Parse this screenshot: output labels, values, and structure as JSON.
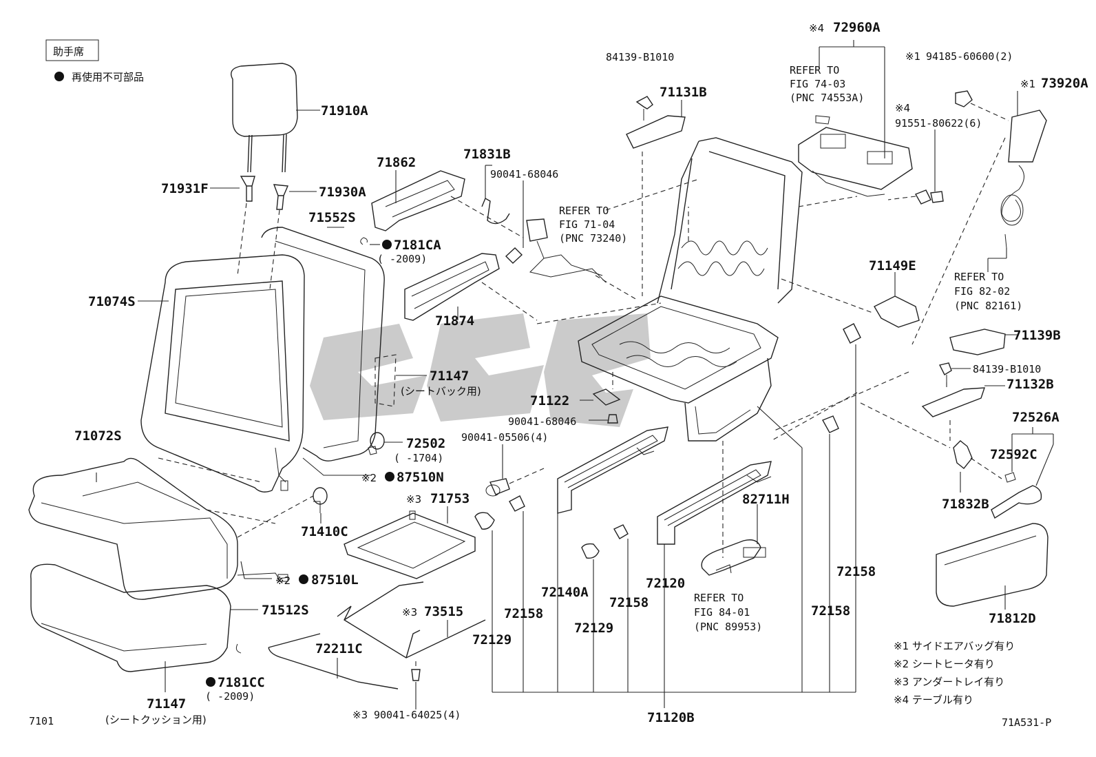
{
  "legend": {
    "seat_position": "助手席",
    "non_reusable_note": "再使用不可部品",
    "notes": [
      "※1 サイドエアバッグ有り",
      "※2 シートヒータ有り",
      "※3 アンダートレイ有り",
      "※4 テーブル有り"
    ]
  },
  "footer": {
    "figure_no": "7101",
    "drawing_no": "71A531-P"
  },
  "parts": {
    "p71910A": "71910A",
    "p71931F": "71931F",
    "p71930A": "71930A",
    "p71552S": "71552S",
    "p71074S": "71074S",
    "p71862": "71862",
    "p71831B": "71831B",
    "p90041_68046_a": "90041-68046",
    "p7181CA": "7181CA",
    "p7181CA_range": "(     -2009)",
    "p71874": "71874",
    "p71147_back": "71147",
    "p71147_back_note": "(シートバック用)",
    "p84139_B1010_a": "84139-B1010",
    "p71131B": "71131B",
    "p72960A": "72960A",
    "p72960A_mark": "※4",
    "p94185": "94185-60600(2)",
    "p94185_mark": "※1",
    "p73920A": "73920A",
    "p73920A_mark": "※1",
    "p91551": "91551-80622(6)",
    "p91551_mark": "※4",
    "p71149E": "71149E",
    "p71139B": "71139B",
    "p84139_B1010_b": "84139-B1010",
    "p71132B": "71132B",
    "p72526A": "72526A",
    "p72592C": "72592C",
    "p71832B": "71832B",
    "p71812D": "71812D",
    "p71122": "71122",
    "p90041_68046_b": "90041-68046",
    "p90041_05506": "90041-05506(4)",
    "p71072S": "71072S",
    "p72502": "72502",
    "p72502_range": "(     -1704)",
    "p87510N": "87510N",
    "p87510N_mark": "※2",
    "p71753": "71753",
    "p71753_mark": "※3",
    "p71410C": "71410C",
    "p87510L": "87510L",
    "p87510L_mark": "※2",
    "p71512S": "71512S",
    "p73515": "73515",
    "p73515_mark": "※3",
    "p72211C": "72211C",
    "p7181CC": "7181CC",
    "p7181CC_range": "(     -2009)",
    "p71147_cushion": "71147",
    "p71147_cushion_note": "(シートクッション用)",
    "p90041_64025": "90041-64025(4)",
    "p90041_64025_mark": "※3",
    "p72140A": "72140A",
    "p72158_a": "72158",
    "p72158_b": "72158",
    "p72158_c": "72158",
    "p72158_d": "72158",
    "p72129_a": "72129",
    "p72129_b": "72129",
    "p72120": "72120",
    "p82711H": "82711H",
    "p71120B": "71120B"
  },
  "references": {
    "fig_71_04": [
      "REFER TO",
      "FIG 71-04",
      "(PNC 73240)"
    ],
    "fig_74_03": [
      "REFER TO",
      "FIG 74-03",
      "(PNC 74553A)"
    ],
    "fig_82_02": [
      "REFER TO",
      "FIG 82-02",
      "(PNC 82161)"
    ],
    "fig_84_01": [
      "REFER TO",
      "FIG 84-01",
      "(PNC 89953)"
    ]
  }
}
